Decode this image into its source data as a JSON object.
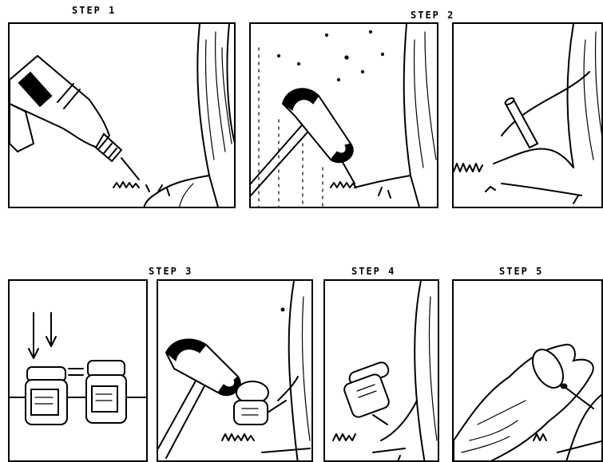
{
  "steps": {
    "step1": "STEP  1",
    "step2": "STEP  2",
    "step3": "STEP  3",
    "step4": "STEP  4",
    "step5": "STEP  5"
  }
}
